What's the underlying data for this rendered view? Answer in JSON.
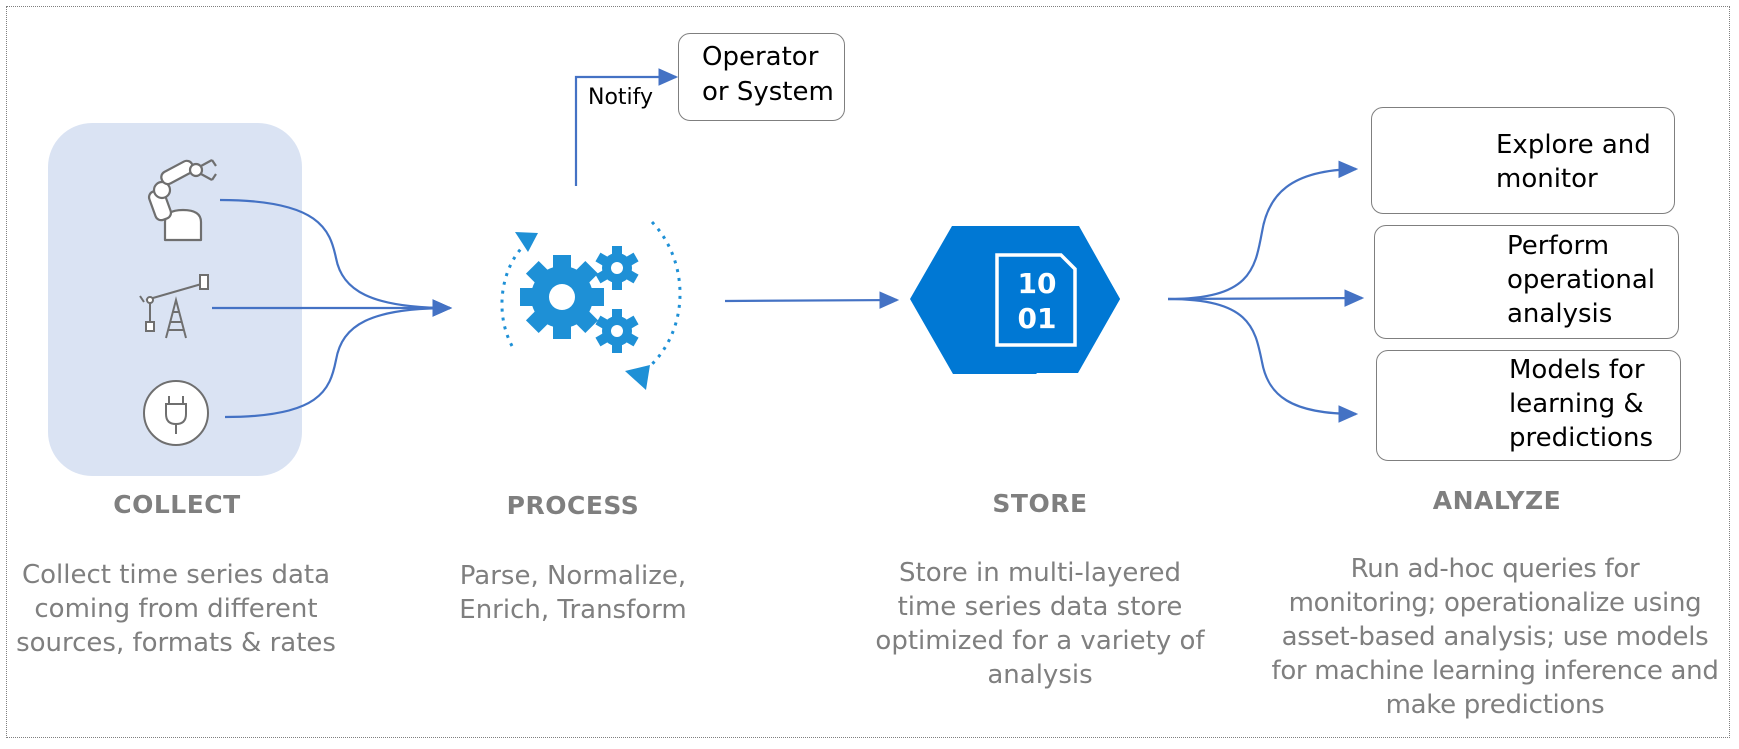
{
  "stages": {
    "collect": {
      "title": "COLLECT",
      "description": [
        "Collect time series data",
        "coming from different",
        "sources, formats & rates"
      ]
    },
    "process": {
      "title": "PROCESS",
      "description": [
        "Parse, Normalize,",
        "Enrich, Transform"
      ]
    },
    "store": {
      "title": "STORE",
      "description": [
        "Store in multi-layered",
        "time series data store",
        "optimized for a variety of",
        "analysis"
      ],
      "icon_digits": [
        "10",
        "01"
      ]
    },
    "analyze": {
      "title": "ANALYZE",
      "description": [
        "Run ad-hoc queries for",
        "monitoring; operationalize using",
        "asset-based analysis; use models",
        "for machine learning inference and",
        "make predictions"
      ]
    }
  },
  "notify": {
    "label": "Notify",
    "target": [
      "Operator",
      "or System"
    ]
  },
  "analyze_boxes": [
    {
      "lines": [
        "Explore and",
        "monitor"
      ],
      "icon": "lightbulb-icon"
    },
    {
      "lines": [
        "Perform",
        "operational",
        "analysis"
      ],
      "icon": "monitor-gear-icon"
    },
    {
      "lines": [
        "Models for",
        "learning &",
        "predictions"
      ],
      "icon": "model-pulse-icon"
    }
  ],
  "colors": {
    "arrow": "#4472c4",
    "accent": "#1e90d6",
    "panel": "#dae3f3",
    "store": "#0078d4",
    "gray_text": "#7f7f7f"
  }
}
